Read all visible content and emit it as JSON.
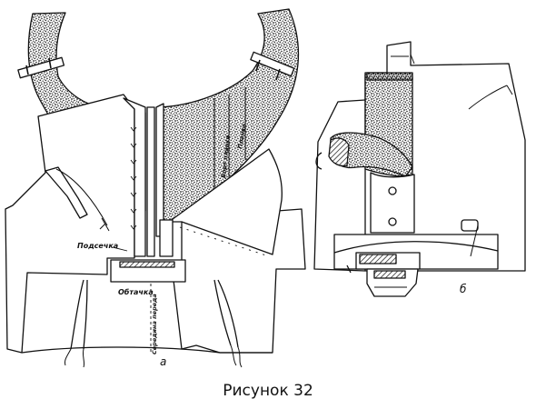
{
  "figure": {
    "caption": "Рисунок 32",
    "panel_a": {
      "letter": "а",
      "labels": {
        "podsechka": "Подсечка",
        "obtachka": "Обтачка",
        "seredina_pereda": "Середина переда",
        "bort_planka": "Борт планки",
        "planka": "Планка"
      }
    },
    "panel_b": {
      "letter": "б"
    },
    "colors": {
      "ink": "#111111",
      "paper": "#ffffff",
      "stipple": "#2a2a2a"
    }
  }
}
